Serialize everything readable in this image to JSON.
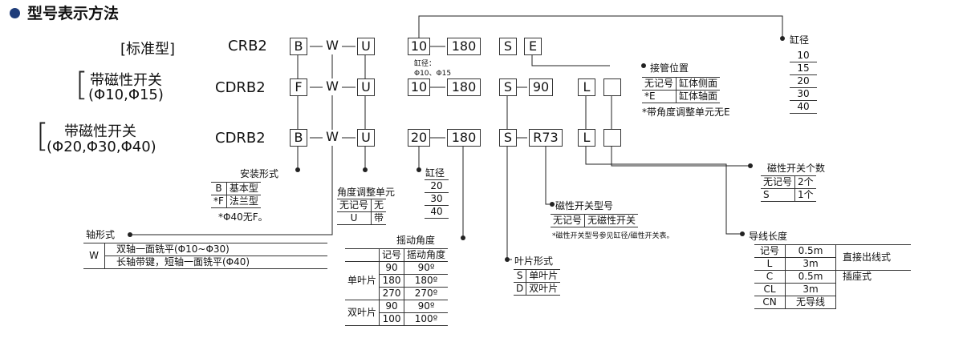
{
  "title": "型号表示方法",
  "rows": [
    {
      "prefix": "[标准型]",
      "model": "CRB2",
      "codes": [
        "B",
        "W",
        "U"
      ],
      "bore": "10",
      "angle": "180",
      "mount": "S",
      "tail": "E"
    },
    {
      "prefix_line1": "带磁性开关",
      "prefix_line2": "(Φ10,Φ15)",
      "model": "CDRB2",
      "codes": [
        "F",
        "W",
        "U"
      ],
      "bore": "10",
      "angle": "180",
      "mount": "S",
      "sensor": "90",
      "lead": "L"
    },
    {
      "prefix_line1": "带磁性开关",
      "prefix_line2": "(Φ20,Φ30,Φ40)",
      "model": "CDRB2",
      "codes": [
        "B",
        "W",
        "U"
      ],
      "bore": "20",
      "angle": "180",
      "mount": "S",
      "sensor": "R73",
      "lead": "L"
    }
  ],
  "bore_note": {
    "line1": "缸径：",
    "line2": "Φ10、Φ15"
  },
  "bore_top": {
    "title": "缸径",
    "values": [
      "10",
      "15",
      "20",
      "30",
      "40"
    ]
  },
  "piping": {
    "title": "接管位置",
    "rows": [
      [
        "无记号",
        "缸体侧面"
      ],
      [
        "*E",
        "缸体轴面"
      ]
    ],
    "note": "*带角度调整单元无E"
  },
  "mounting": {
    "title": "安装形式",
    "rows": [
      [
        "B",
        "基本型"
      ],
      [
        "*F",
        "法兰型"
      ]
    ],
    "note": "*Φ40无F。"
  },
  "adjust": {
    "title": "角度调整单元",
    "rows": [
      [
        "无记号",
        "无"
      ],
      [
        "U",
        "带"
      ]
    ]
  },
  "bore_small": {
    "title": "缸径",
    "values": [
      "20",
      "30",
      "40"
    ]
  },
  "shaft": {
    "title": "轴形式",
    "code": "W",
    "rows": [
      "双轴一面铣平(Φ10~Φ30)",
      "长轴带键，短轴一面铣平(Φ40)"
    ]
  },
  "rotation": {
    "title": "摇动角度",
    "headers": [
      "记号",
      "摇动角度"
    ],
    "groups": [
      {
        "name": "单叶片",
        "rows": [
          [
            "90",
            "90º"
          ],
          [
            "180",
            "180º"
          ],
          [
            "270",
            "270º"
          ]
        ]
      },
      {
        "name": "双叶片",
        "rows": [
          [
            "90",
            "90º"
          ],
          [
            "100",
            "100º"
          ]
        ]
      }
    ]
  },
  "vane": {
    "title": "叶片形式",
    "rows": [
      [
        "S",
        "单叶片"
      ],
      [
        "D",
        "双叶片"
      ]
    ]
  },
  "switch_type": {
    "title": "磁性开关型号",
    "rows": [
      [
        "无记号",
        "无磁性开关"
      ]
    ],
    "note": "*磁性开关型号参见缸径/磁性开关表。"
  },
  "switch_count": {
    "title": "磁性开关个数",
    "rows": [
      [
        "无记号",
        "2个"
      ],
      [
        "S",
        "1个"
      ]
    ]
  },
  "lead_wire": {
    "title": "导线长度",
    "rows": [
      [
        "记号",
        "0.5m"
      ],
      [
        "L",
        "3m"
      ],
      [
        "C",
        "0.5m"
      ],
      [
        "CL",
        "3m"
      ],
      [
        "CN",
        "无导线"
      ]
    ],
    "group1": "直接出线式",
    "group2": "插座式"
  }
}
